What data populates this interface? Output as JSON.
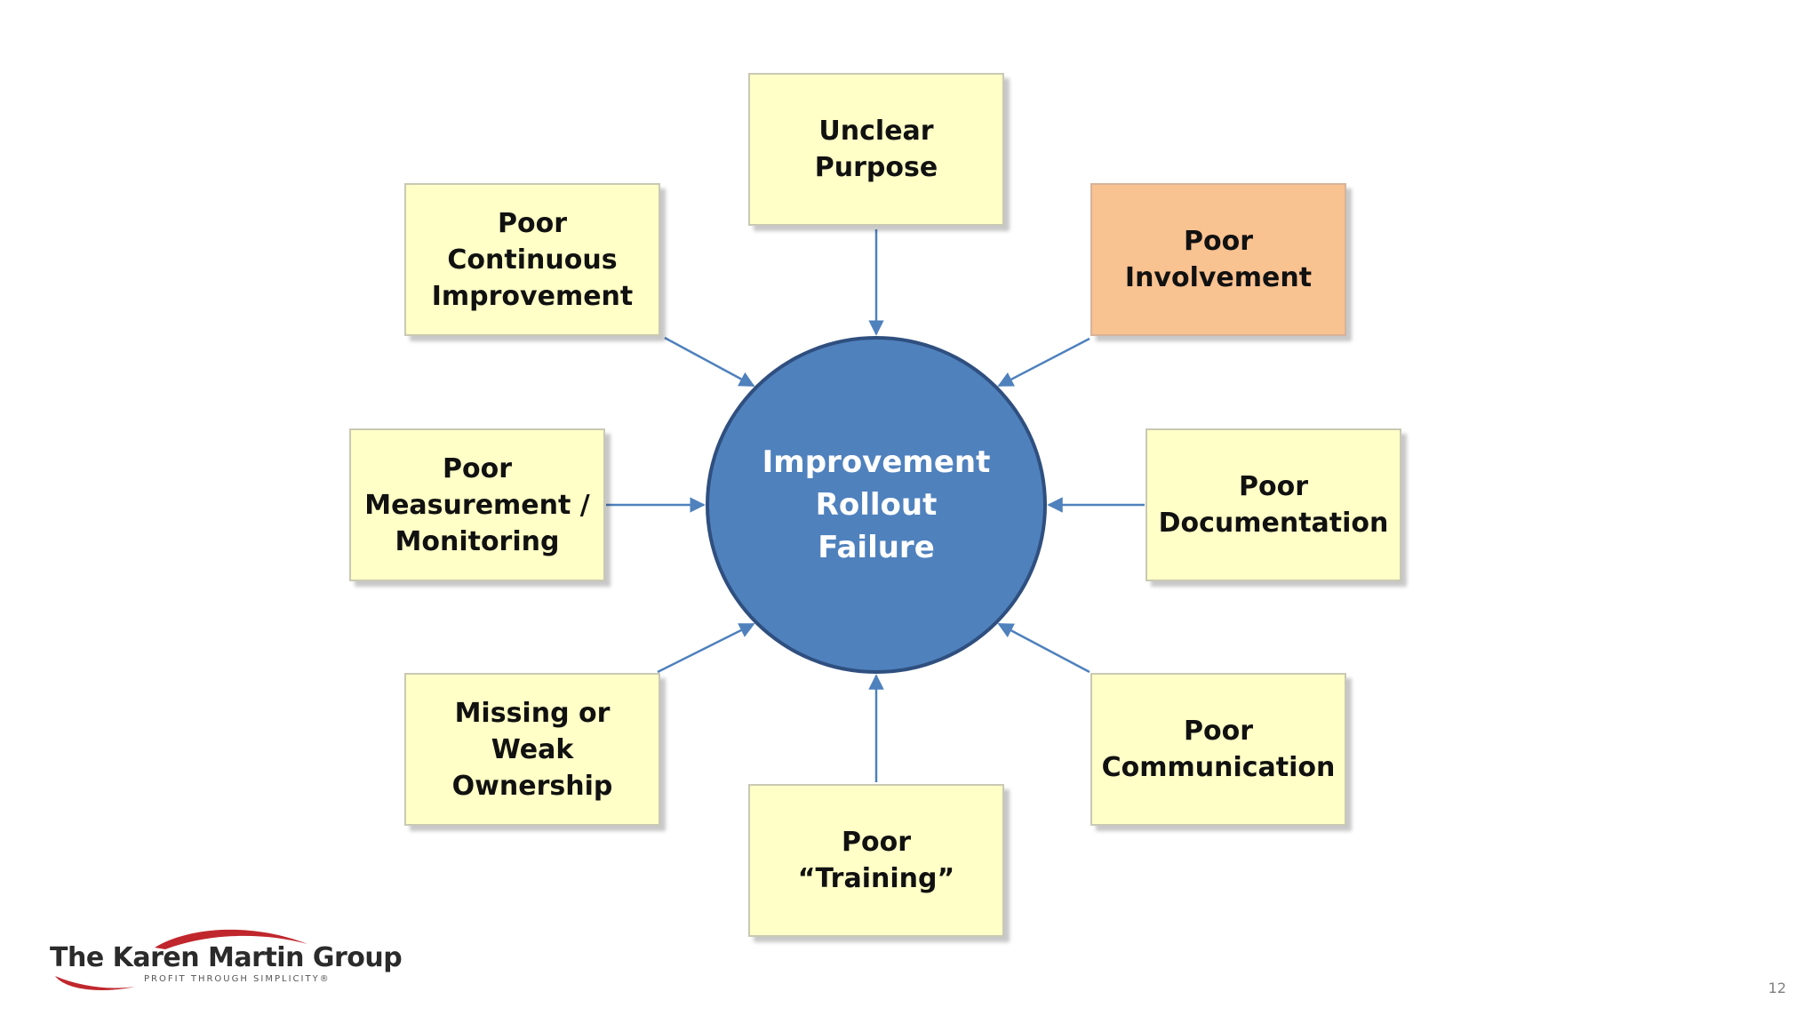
{
  "diagram": {
    "center": "Improvement\nRollout\nFailure",
    "causes": {
      "top": "Unclear\nPurpose",
      "top_right": "Poor\nInvolvement",
      "right": "Poor\nDocumentation",
      "bottom_right": "Poor\nCommunication",
      "bottom": "Poor\n“Training”",
      "bottom_left": "Missing or Weak\nOwnership",
      "left": "Poor\nMeasurement /\nMonitoring",
      "top_left": "Poor\nContinuous\nImprovement"
    },
    "highlighted_cause": "top_right"
  },
  "colors": {
    "box_fill": "#ffffc7",
    "highlight_fill": "#f9c291",
    "hub_fill": "#4f81bd",
    "hub_border": "#2f4f7f",
    "arrow": "#4f81bd",
    "logo_swoosh": "#c0272d"
  },
  "logo": {
    "name": "The Karen Martin Group",
    "tagline": "PROFIT THROUGH SIMPLICITY®"
  },
  "footer": {
    "page_number": "12"
  }
}
